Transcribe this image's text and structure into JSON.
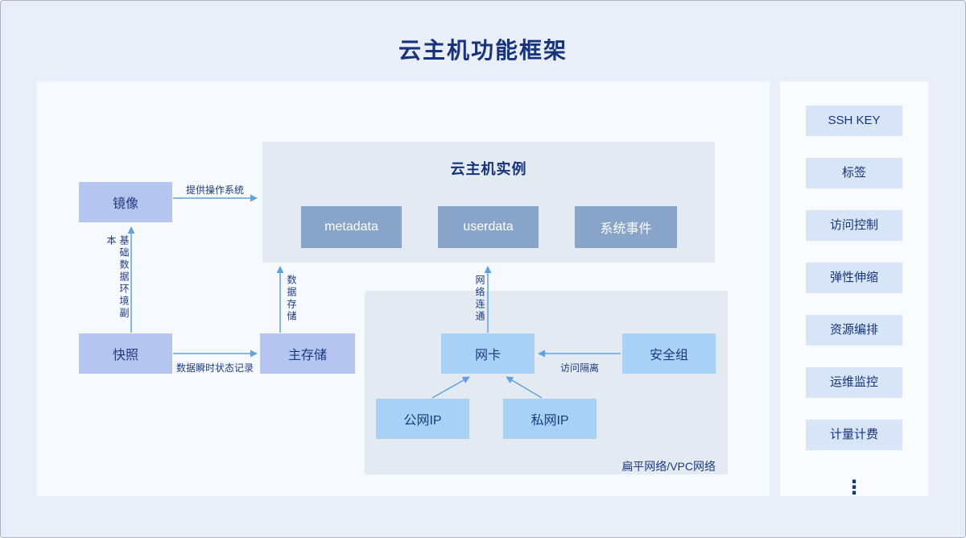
{
  "page": {
    "title": "云主机功能框架"
  },
  "diagram": {
    "instance": {
      "title": "云主机实例",
      "items": [
        "metadata",
        "userdata",
        "系统事件"
      ]
    },
    "nodes": {
      "image": "镜像",
      "snapshot": "快照",
      "primary_storage": "主存储",
      "nic": "网卡",
      "security_group": "安全组",
      "public_ip": "公网IP",
      "private_ip": "私网IP"
    },
    "network_zone_label": "扁平网络/VPC网络",
    "edges": {
      "provide_os": "提供操作系统",
      "base_data_copy": "基础数据环境副本",
      "snapshot_state_record": "数据瞬时状态记录",
      "data_storage": "数据存储",
      "network_connectivity": "网络连通",
      "access_isolation": "访问隔离"
    }
  },
  "sidebar": {
    "items": [
      "SSH KEY",
      "标签",
      "访问控制",
      "弹性伸缩",
      "资源编排",
      "运维监控",
      "计量计费"
    ],
    "more_indicator": "⋮"
  },
  "colors": {
    "title_text": "#16337e",
    "arrow": "#5ba3e6",
    "instance_item_bg": "#88a4c9",
    "storage_node_bg": "#b6c4f0",
    "network_node_bg": "#a8d2f5",
    "sidebar_chip_bg": "#d7e5f7",
    "panel_bg": "#e3eaf2"
  }
}
